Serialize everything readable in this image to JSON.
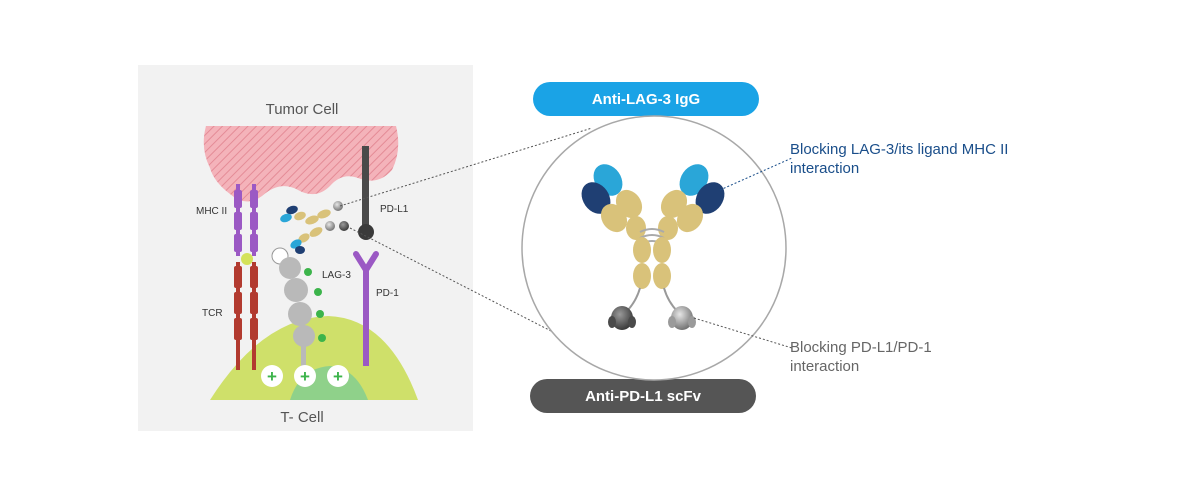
{
  "panel": {
    "tumor_label": "Tumor Cell",
    "tcell_label": "T- Cell",
    "mhc_label": "MHC II",
    "tcr_label": "TCR",
    "lag3_label": "LAG-3",
    "pdl1_label": "PD-L1",
    "pd1_label": "PD-1",
    "plus_symbol": "+"
  },
  "pills": {
    "lag3_igg": "Anti-LAG-3 IgG",
    "pdl1_scfv": "Anti-PD-L1 scFv"
  },
  "annotations": {
    "lag3_block_line1": "Blocking LAG-3/its ligand MHC II",
    "lag3_block_line2": "interaction",
    "pdl1_block_line1": "Blocking PD-L1/PD-1",
    "pdl1_block_line2": "interaction"
  },
  "colors": {
    "panel_bg": "#f2f2f2",
    "tumor": "#f2a6ae",
    "tumor_stripe": "#e88a95",
    "tcell_outer": "#cfe06a",
    "tcell_inner": "#8fd18a",
    "mhc": "#9b59c4",
    "tcr": "#b23a2f",
    "lag3": "#b9b9b9",
    "green_dot": "#3cb44b",
    "pdl1": "#4a4a4a",
    "pd1": "#9b59c4",
    "pill_blue": "#1aa3e6",
    "pill_gray": "#555555",
    "annot_blue": "#1a4e8a",
    "annot_gray": "#666666",
    "ab_gold": "#d9c27a",
    "ab_navy": "#1f3f73",
    "ab_cyan": "#2aa6d8"
  }
}
